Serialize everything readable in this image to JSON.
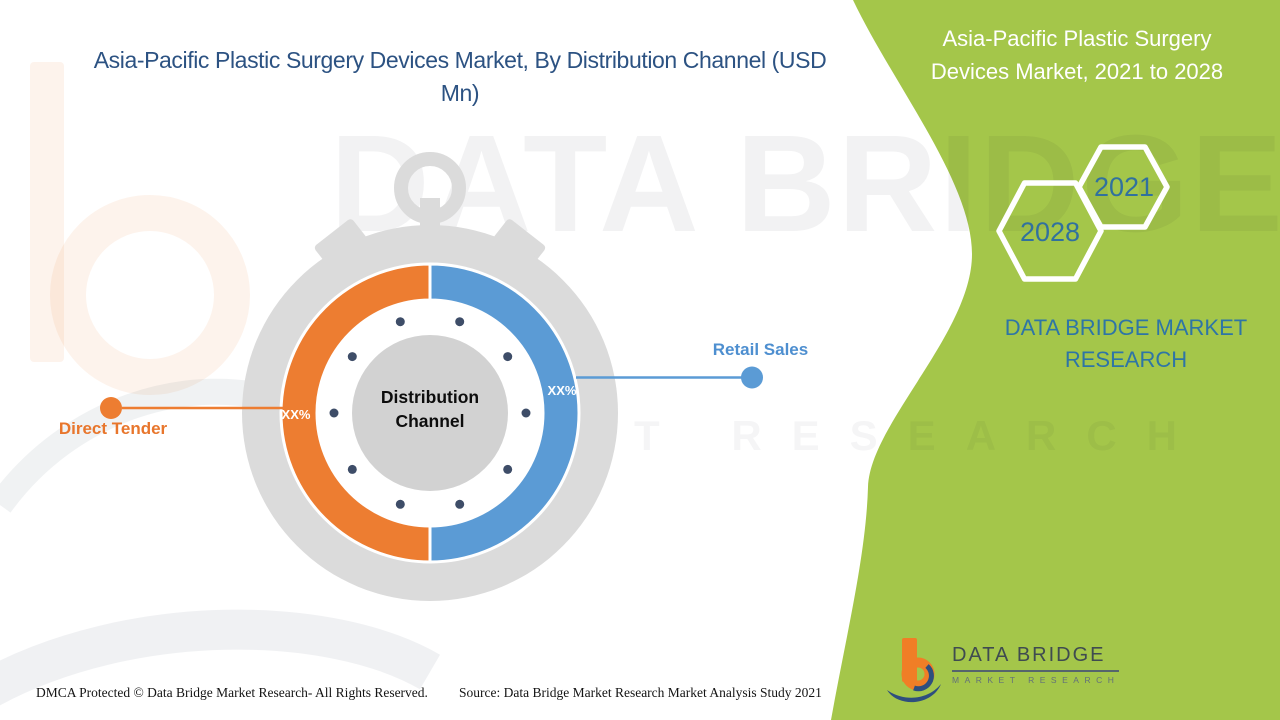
{
  "main_title": {
    "full": "Asia-Pacific Plastic Surgery Devices Market, By Distribution Channel (USD Mn)",
    "line1": "Asia-Pacific Plastic Surgery Devices Market, By Distribution Channel (USD",
    "line2": "Mn)"
  },
  "chart_data": {
    "type": "pie",
    "title": "Asia-Pacific Plastic Surgery Devices Market, By Distribution Channel (USD Mn)",
    "center_label": "Distribution Channel",
    "legend_position": "callout-lines",
    "segments": [
      {
        "label": "Direct Tender",
        "value_label": "XX%",
        "visual_percent": 50,
        "color": "#ED7D31",
        "side": "left"
      },
      {
        "label": "Retail Sales",
        "value_label": "XX%",
        "visual_percent": 50,
        "color": "#5B9BD5",
        "side": "right"
      }
    ]
  },
  "side_panel": {
    "title": "Asia-Pacific Plastic Surgery Devices Market, 2021 to 2028",
    "hexagons": [
      {
        "year": "2028"
      },
      {
        "year": "2021"
      }
    ],
    "brand_text": "DATA BRIDGE MARKET RESEARCH",
    "background_color": "#A4C64A",
    "year_text_color": "#31719E"
  },
  "logo": {
    "name": "DATA BRIDGE",
    "subname": "MARKET RESEARCH"
  },
  "watermark": {
    "line1": "DATA BRIDGE",
    "line2": "MARKET RESEARCH"
  },
  "footer": {
    "dmca": "DMCA Protected © Data Bridge Market Research- All Rights Reserved.",
    "source": "Source: Data Bridge Market Research Market Analysis Study 2021"
  },
  "colors": {
    "title_text": "#2C5282",
    "orange": "#ED7D31",
    "blue": "#5B9BD5",
    "watch_gray": "#DBDBDB",
    "center_circle": "#D2D2D2",
    "dot_navy": "#3E4D68",
    "green_panel": "#A4C64A",
    "brand_blue": "#2E75A6"
  }
}
